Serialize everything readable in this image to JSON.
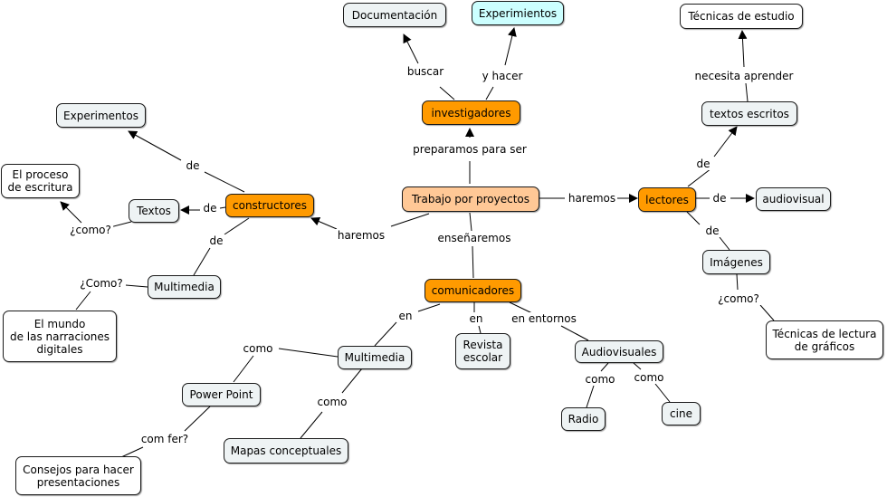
{
  "nodes": {
    "center": "Trabajo por proyectos",
    "investigadores": "investigadores",
    "constructores": "constructores",
    "lectores": "lectores",
    "comunicadores": "comunicadores",
    "documentacion": "Documentación",
    "experimentos_top": "Experimientos",
    "experimentos_left": "Experimentos",
    "proceso_escritura": "El proceso\nde escritura",
    "textos": "Textos",
    "multimedia_left": "Multimedia",
    "mundo_narraciones": "El mundo\nde las narraciones\ndigitales",
    "tecnicas_estudio": "Técnicas de estudio",
    "textos_escritos": "textos escritos",
    "audiovisual": "audiovisual",
    "imagenes": "Imágenes",
    "tecnicas_lectura": "Técnicas de lectura\nde gráficos",
    "multimedia_bottom": "Multimedia",
    "revista_escolar": "Revista\nescolar",
    "audiovisuales": "Audiovisuales",
    "power_point": "Power Point",
    "mapas_conceptuales": "Mapas conceptuales",
    "consejos": "Consejos para hacer\npresentaciones",
    "radio": "Radio",
    "cine": "cine"
  },
  "links": {
    "preparamos": "preparamos para ser",
    "buscar": "buscar",
    "y_hacer": "y hacer",
    "haremos_left": "haremos",
    "haremos_right": "haremos",
    "ensenaremos": "enseñaremos",
    "de_experimentos": "de",
    "de_textos": "de",
    "como_proceso": "¿como?",
    "de_multimedia": "de",
    "como_mundo": "¿Como?",
    "necesita_aprender": "necesita aprender",
    "de_textos_escritos": "de",
    "de_audiovisual": "de",
    "de_imagenes": "de",
    "como_tecnicas": "¿como?",
    "en_multimedia": "en",
    "en_revista": "en",
    "en_entornos": "en entornos",
    "como_power": "como",
    "como_mapas": "como",
    "com_fer": "com fer?",
    "como_radio": "como",
    "como_cine": "como"
  }
}
